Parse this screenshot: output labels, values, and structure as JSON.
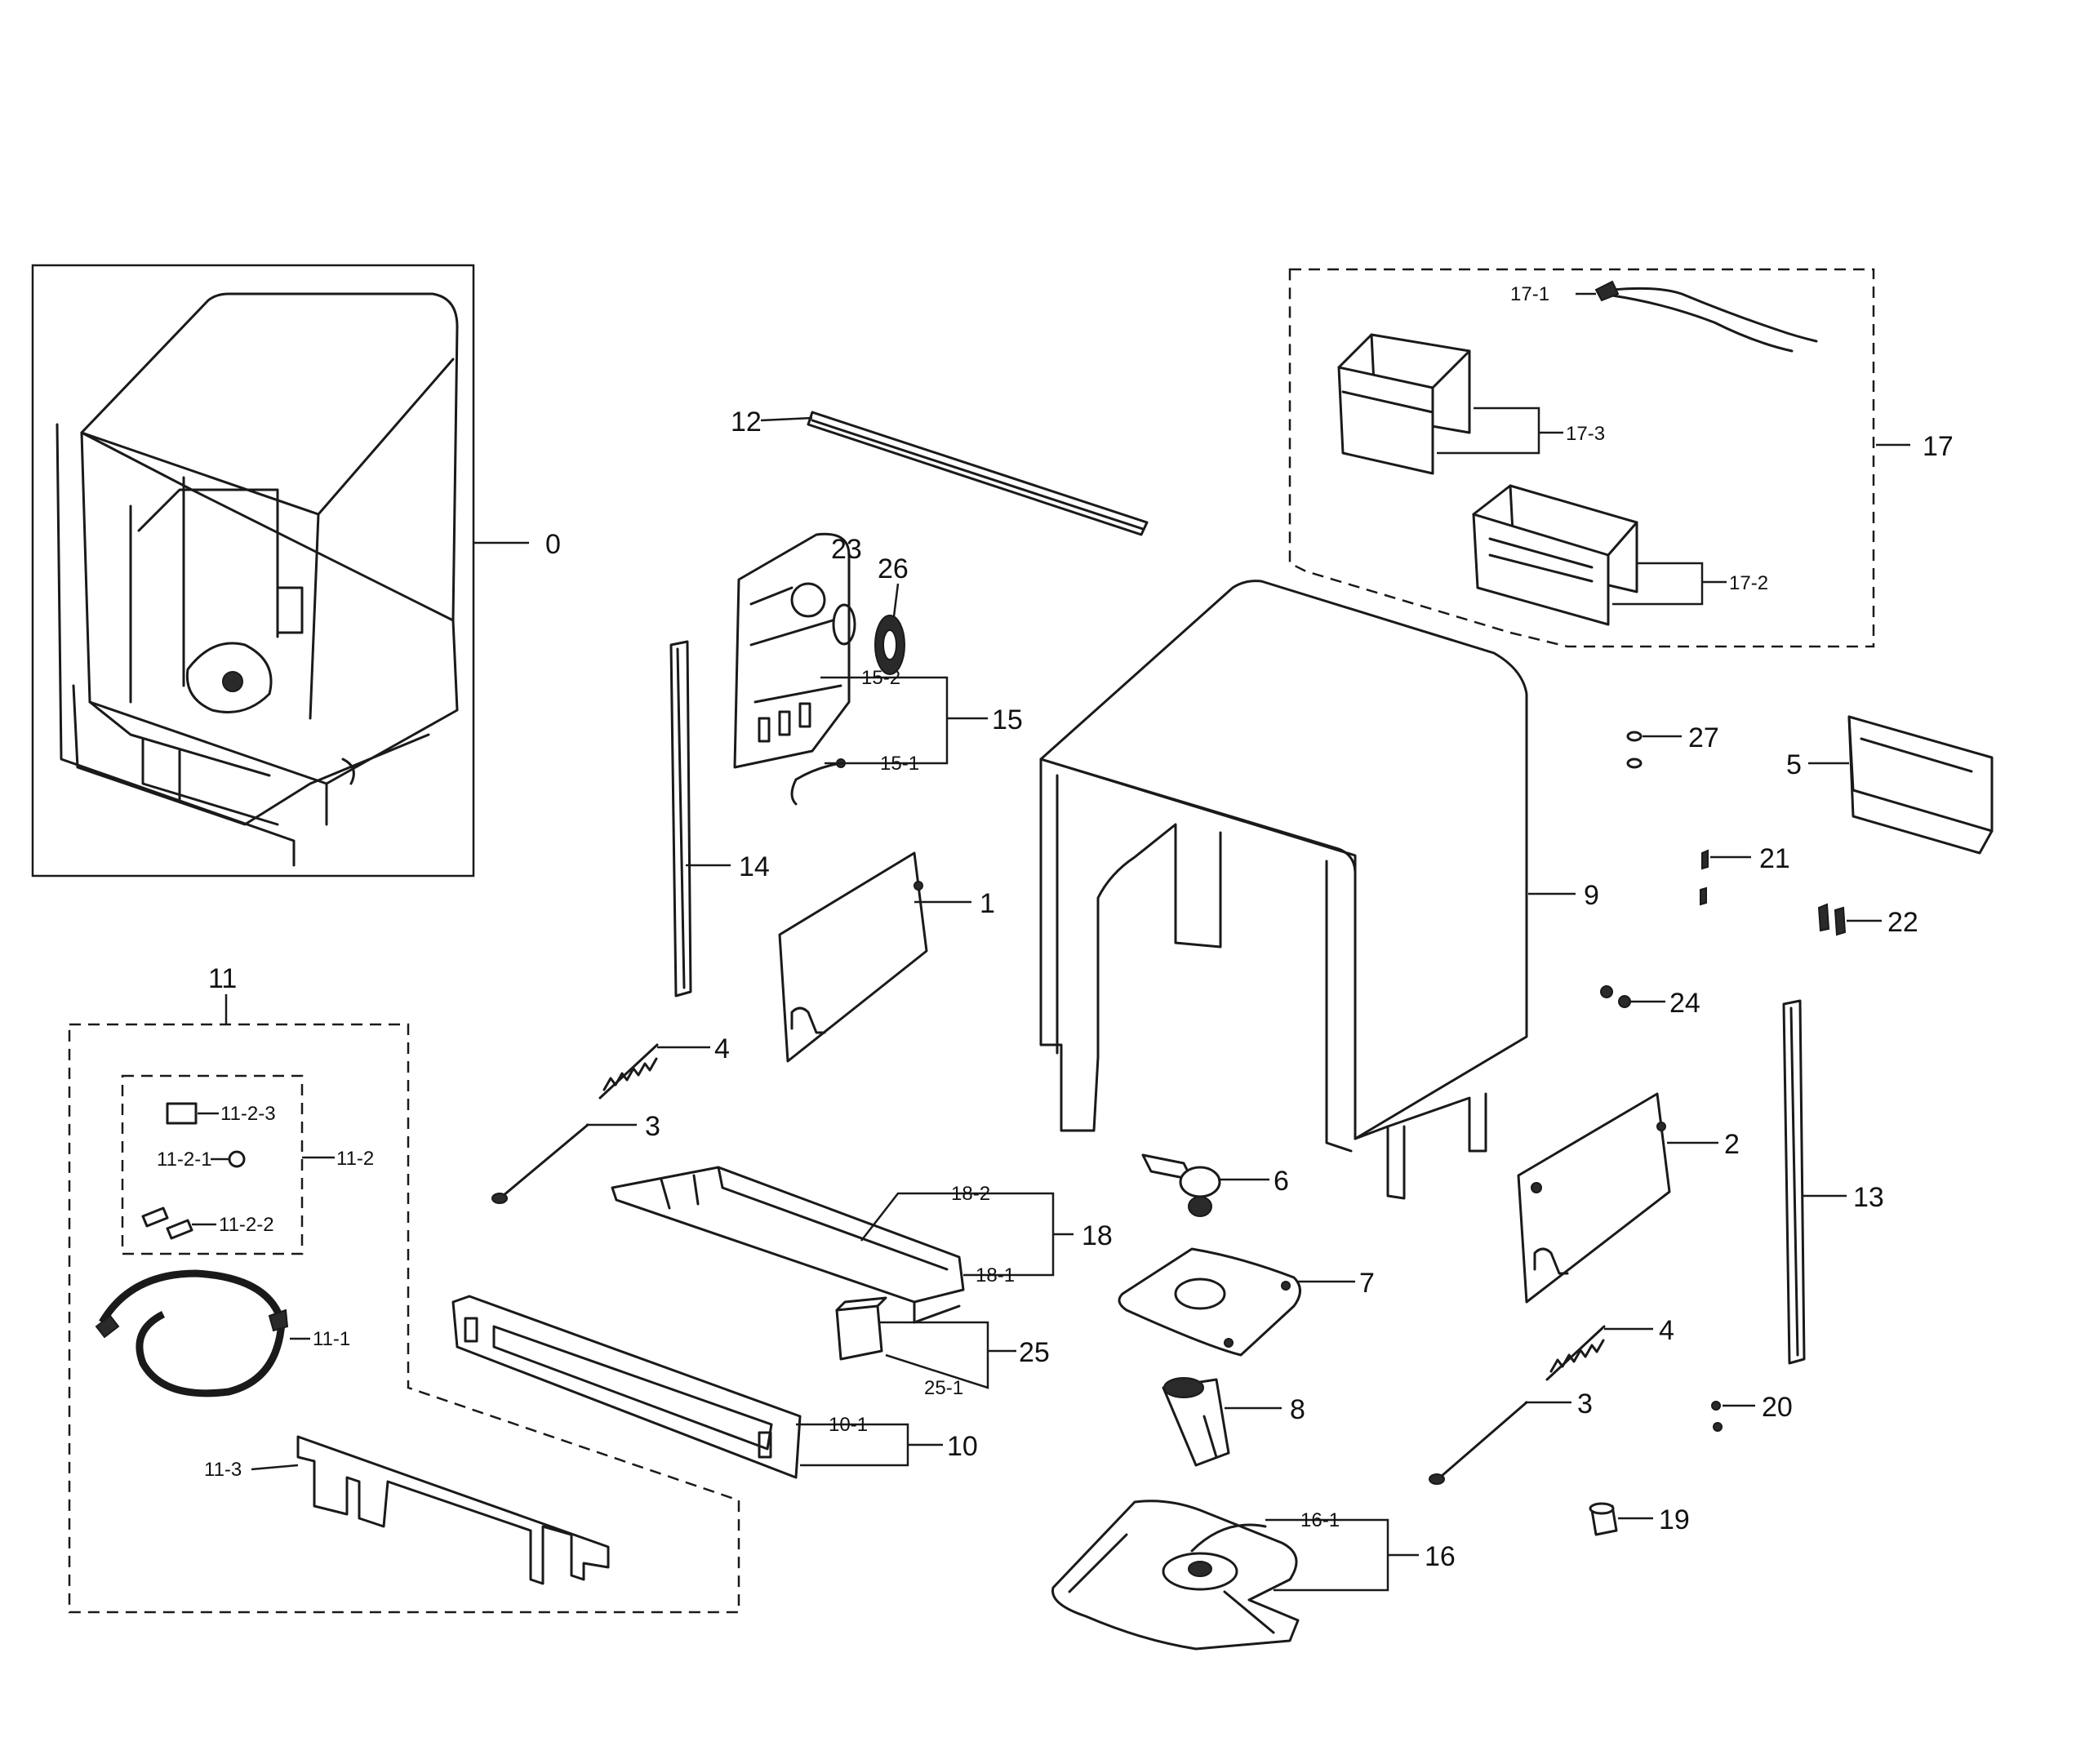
{
  "callouts": {
    "c0": "0",
    "c1": "1",
    "c2": "2",
    "c3a": "3",
    "c3b": "3",
    "c4a": "4",
    "c4b": "4",
    "c5": "5",
    "c6": "6",
    "c7": "7",
    "c8": "8",
    "c9": "9",
    "c10": "10",
    "c10_1": "10-1",
    "c11": "11",
    "c11_1": "11-1",
    "c11_2": "11-2",
    "c11_2_1": "11-2-1",
    "c11_2_2": "11-2-2",
    "c11_2_3": "11-2-3",
    "c11_3": "11-3",
    "c12": "12",
    "c13": "13",
    "c14": "14",
    "c15": "15",
    "c15_1": "15-1",
    "c15_2": "15-2",
    "c16": "16",
    "c16_1": "16-1",
    "c17": "17",
    "c17_1": "17-1",
    "c17_2": "17-2",
    "c17_3": "17-3",
    "c18": "18",
    "c18_1": "18-1",
    "c18_2": "18-2",
    "c19": "19",
    "c20": "20",
    "c21": "21",
    "c22": "22",
    "c23": "23",
    "c24": "24",
    "c25": "25",
    "c25_1": "25-1",
    "c26": "26",
    "c27": "27"
  }
}
